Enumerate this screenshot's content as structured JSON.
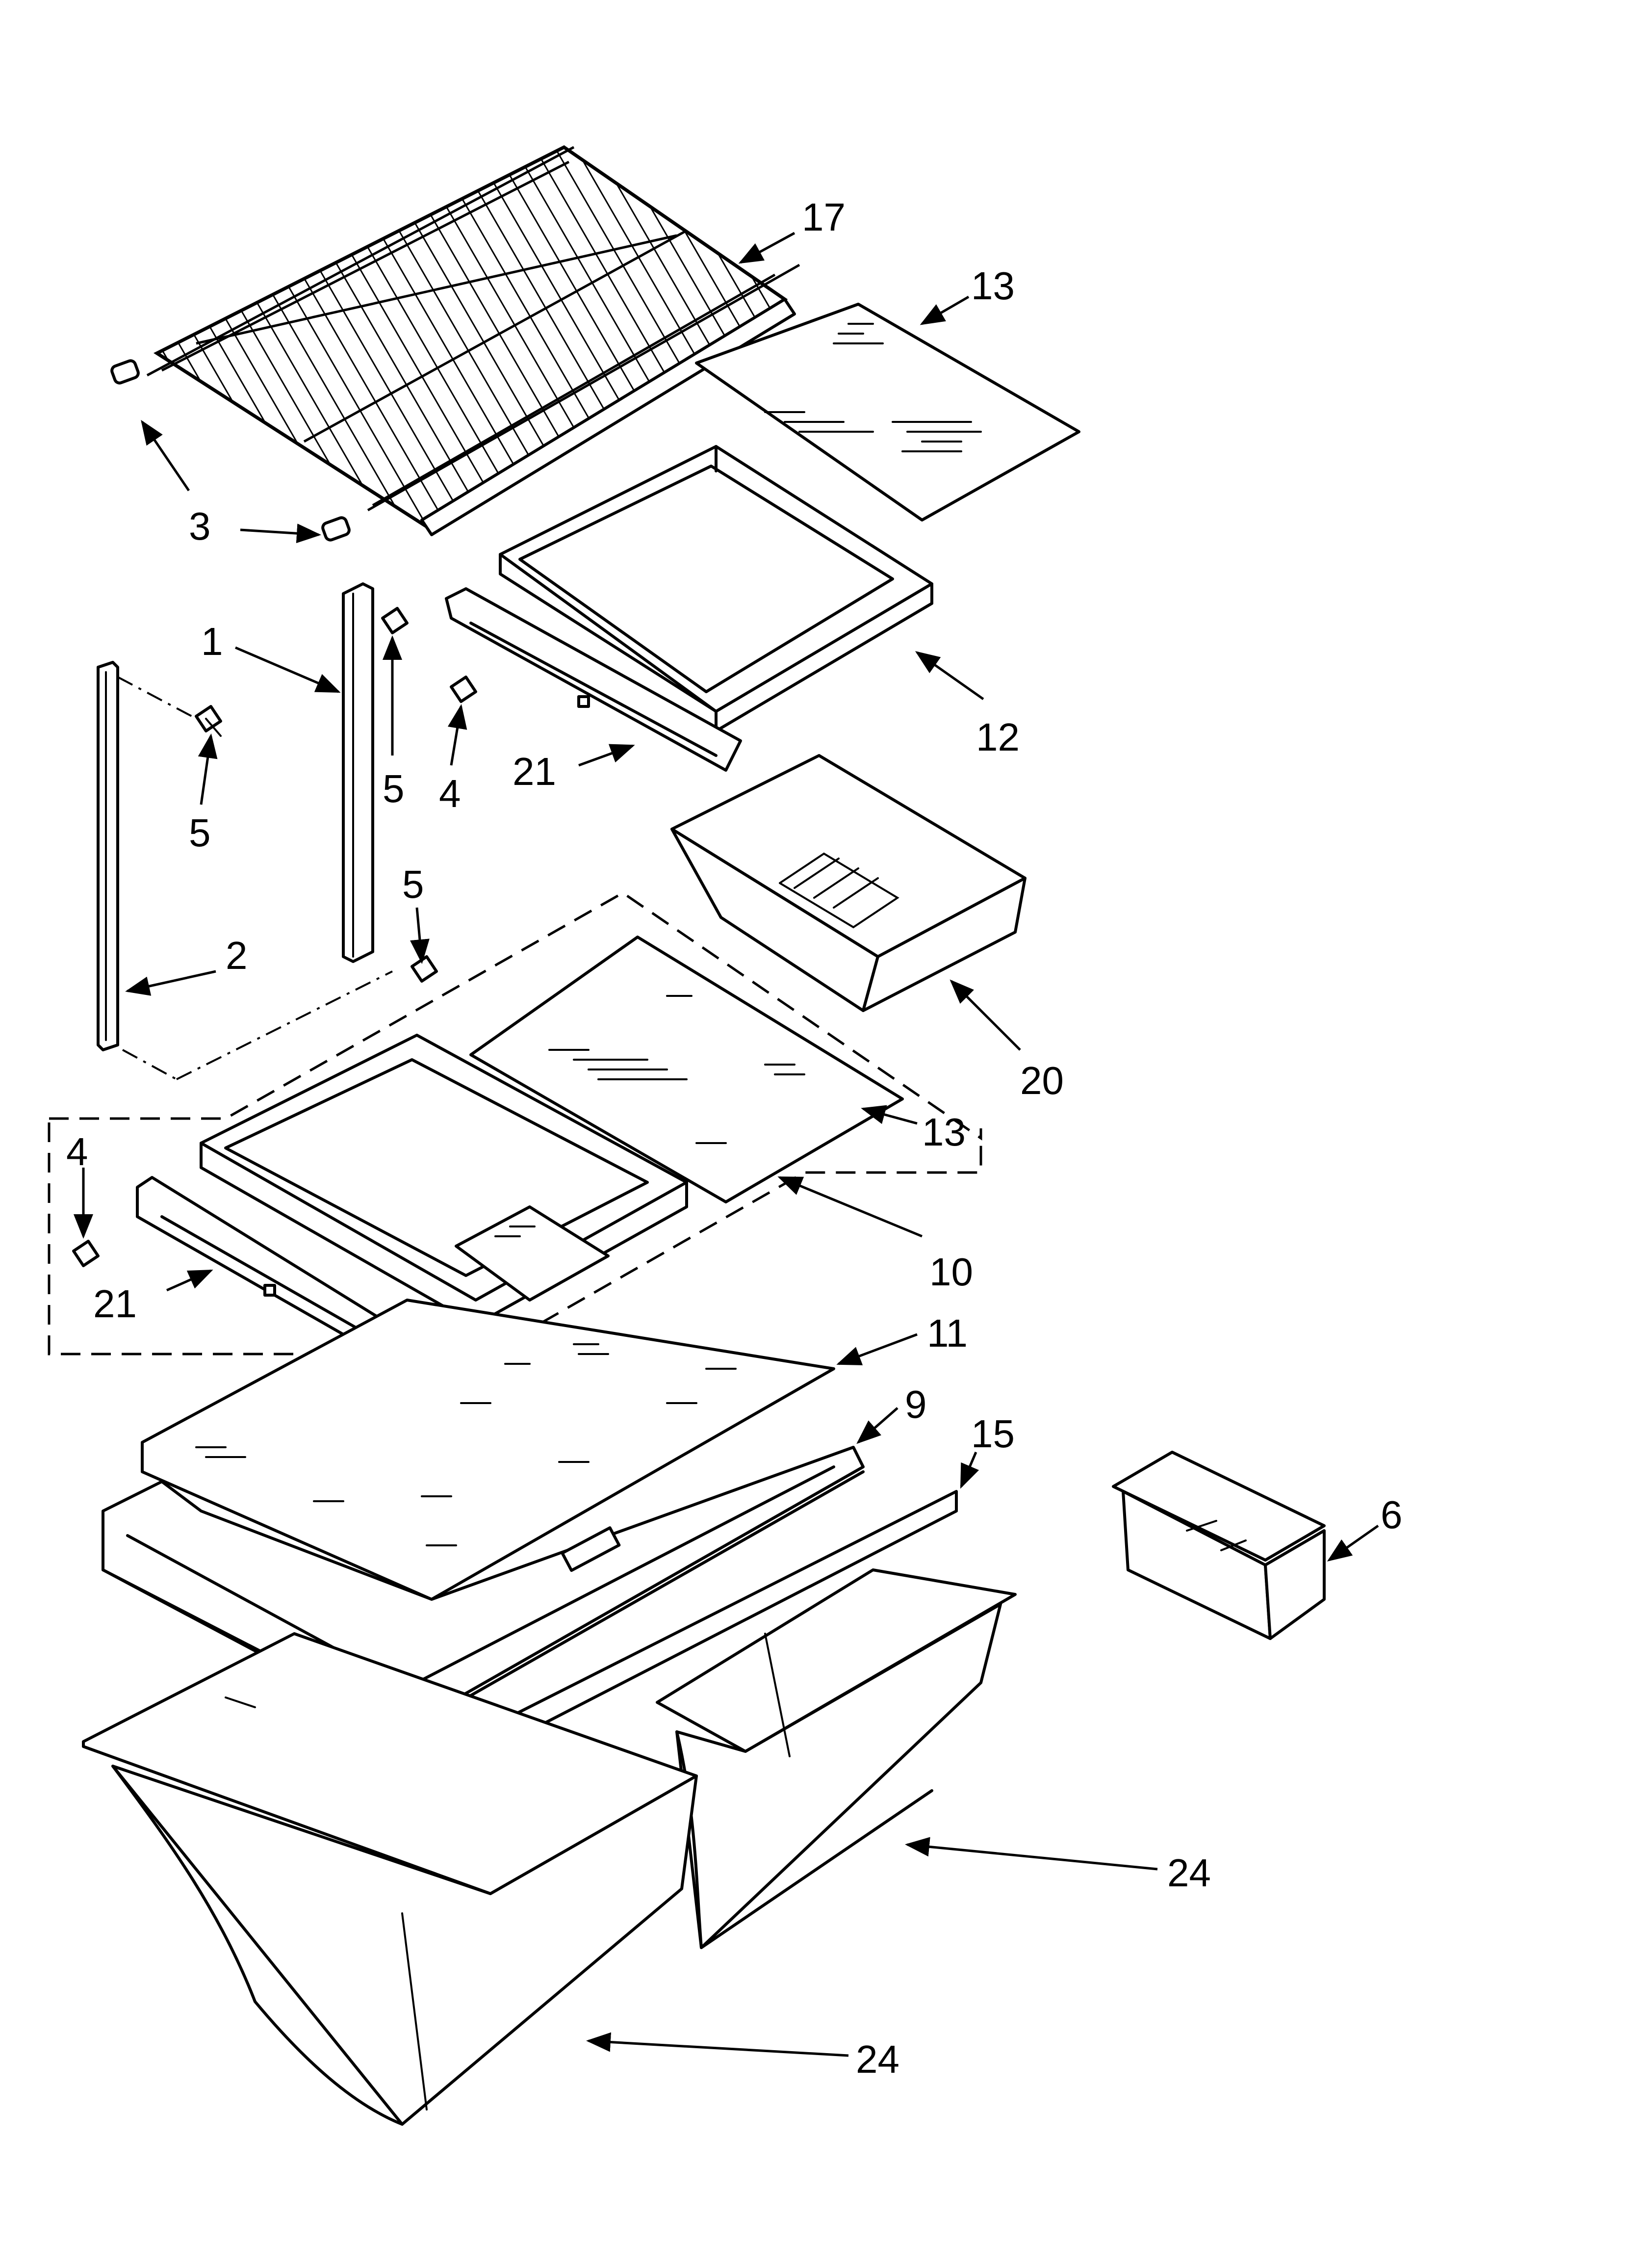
{
  "callouts": [
    {
      "id": "17",
      "label": "17"
    },
    {
      "id": "13a",
      "label": "13"
    },
    {
      "id": "3",
      "label": "3"
    },
    {
      "id": "1",
      "label": "1"
    },
    {
      "id": "12",
      "label": "12"
    },
    {
      "id": "5a",
      "label": "5"
    },
    {
      "id": "4a",
      "label": "4"
    },
    {
      "id": "21a",
      "label": "21"
    },
    {
      "id": "5b",
      "label": "5"
    },
    {
      "id": "5c",
      "label": "5"
    },
    {
      "id": "2",
      "label": "2"
    },
    {
      "id": "20",
      "label": "20"
    },
    {
      "id": "13b",
      "label": "13"
    },
    {
      "id": "4b",
      "label": "4"
    },
    {
      "id": "10",
      "label": "10"
    },
    {
      "id": "21b",
      "label": "21"
    },
    {
      "id": "11",
      "label": "11"
    },
    {
      "id": "9",
      "label": "9"
    },
    {
      "id": "15",
      "label": "15"
    },
    {
      "id": "6",
      "label": "6"
    },
    {
      "id": "24a",
      "label": "24"
    },
    {
      "id": "24b",
      "label": "24"
    }
  ]
}
